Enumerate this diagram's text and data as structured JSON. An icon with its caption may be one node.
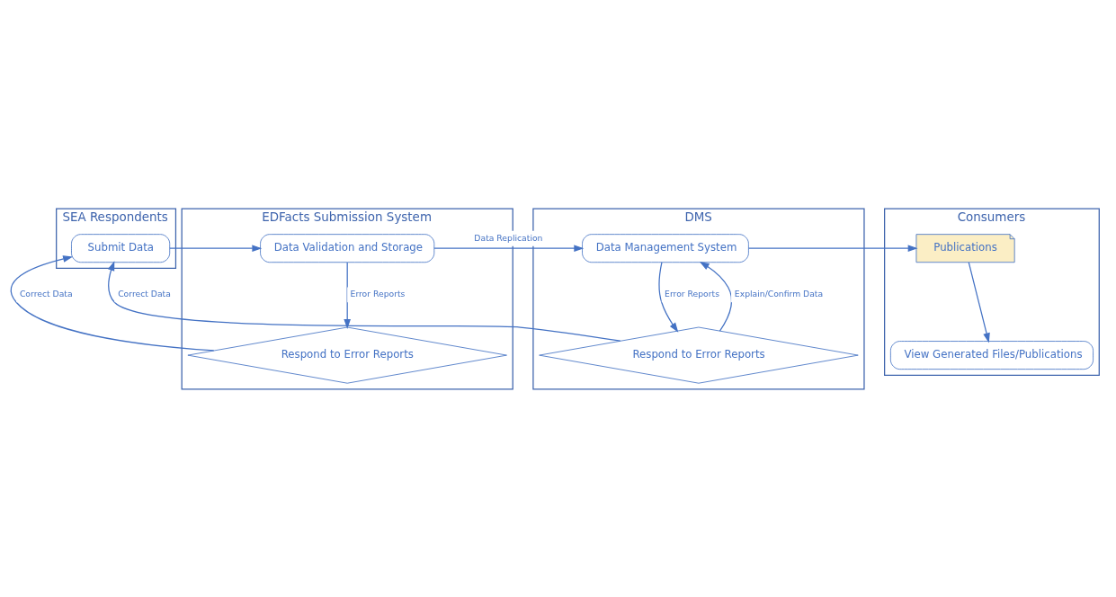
{
  "diagram": {
    "nodes": [
      {
        "text": [
          "SEA Respondents"
        ]
      },
      {
        "text": [
          "Submit Data"
        ],
        "in": 0
      },
      {
        "text": [
          "EDFacts Submission System"
        ]
      },
      {
        "text": [
          "Data Validation and Storage"
        ],
        "in": 2
      },
      {
        "text": [
          "Respond to Error Reports"
        ],
        "in": 2
      },
      {
        "text": [
          "DMS"
        ]
      },
      {
        "text": [
          "Data Management System"
        ],
        "in": 5
      },
      {
        "text": [
          "Respond to Error Reports"
        ],
        "in": 5
      },
      {
        "text": [
          "Consumers"
        ]
      },
      {
        "text": [
          "Publications"
        ],
        "in": 8
      },
      {
        "text": [
          "View Generated Files/Publications"
        ],
        "in": 8
      }
    ],
    "edges": [
      {
        "from": 1,
        "to": 3,
        "arrow": "to"
      },
      {
        "from": 3,
        "to": 6,
        "arrow": "to",
        "label": "Data Replication"
      },
      {
        "from": 6,
        "to": 9,
        "arrow": "to"
      },
      {
        "from": 9,
        "to": 10,
        "arrow": "to"
      },
      {
        "from": 3,
        "to": 4,
        "arrow": "to",
        "label": "Error Reports"
      },
      {
        "from": 4,
        "to": 1,
        "arrow": "to",
        "label": "Correct Data"
      },
      {
        "from": 6,
        "to": 7,
        "arrow": "to",
        "label": "Error Reports"
      },
      {
        "from": 7,
        "to": 6,
        "arrow": "to",
        "label": "Explain/Confirm Data"
      },
      {
        "from": 7,
        "to": 1,
        "arrow": "to",
        "label": "Correct Data"
      }
    ]
  }
}
